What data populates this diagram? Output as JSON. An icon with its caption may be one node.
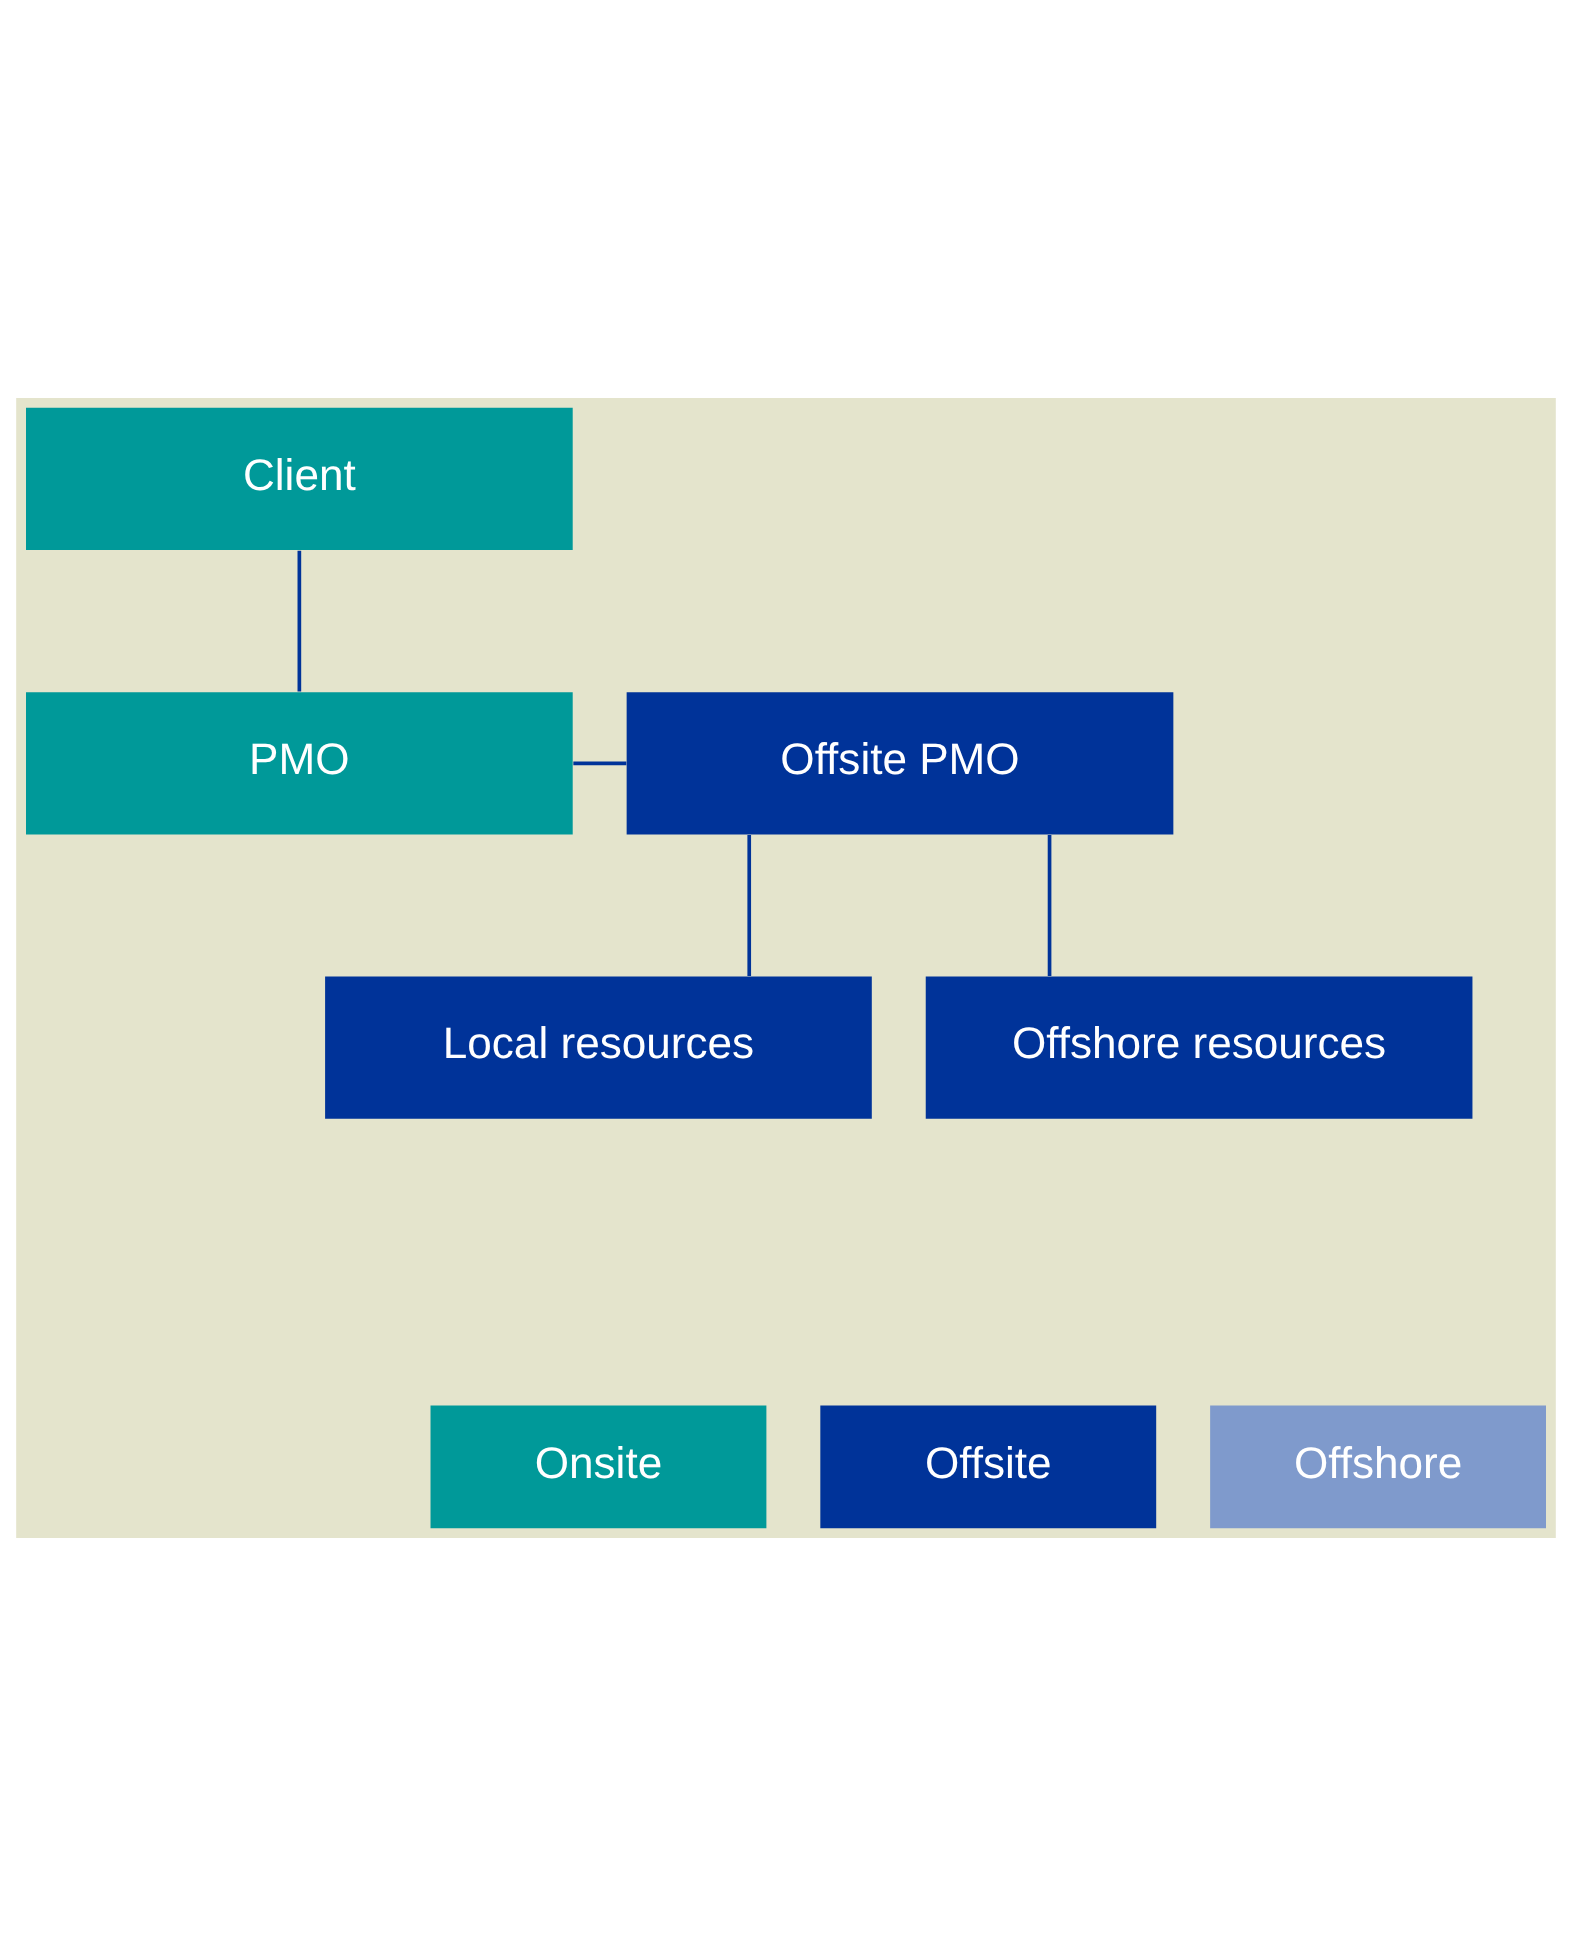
{
  "diagram": {
    "nodes": [
      {
        "text": [
          "Client"
        ]
      },
      {
        "text": [
          "PMO"
        ]
      },
      {
        "text": [
          "Offsite PMO"
        ]
      },
      {
        "text": [
          "Local resources"
        ]
      },
      {
        "text": [
          "Offshore resources"
        ]
      }
    ],
    "edges": [
      {
        "from": 0,
        "to": 1,
        "arrow": "none"
      },
      {
        "from": 1,
        "to": 2,
        "arrow": "none"
      },
      {
        "from": 2,
        "to": 3,
        "arrow": "none"
      },
      {
        "from": 2,
        "to": 4,
        "arrow": "none"
      }
    ],
    "legend": [
      {
        "text": "Onsite",
        "color": "#009999"
      },
      {
        "text": "Offsite",
        "color": "#003399"
      },
      {
        "text": "Offshore",
        "color": "#7f9acc"
      }
    ]
  }
}
